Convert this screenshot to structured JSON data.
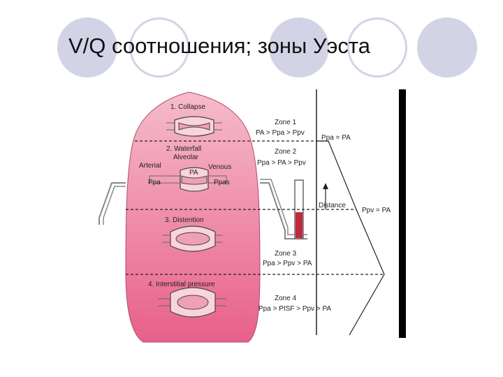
{
  "slide": {
    "title": "V/Q соотношения; зоны Уэста"
  },
  "figure": {
    "zones": [
      {
        "id": 1,
        "heading": "1. Collapse",
        "zone_label": "Zone 1",
        "relation": "PA > Ppa > Ppv"
      },
      {
        "id": 2,
        "heading": "2. Waterfall",
        "subheading": "Alveolar",
        "zone_label": "Zone 2",
        "relation": "Ppa > PA > Ppv"
      },
      {
        "id": 3,
        "heading": "3. Distention",
        "zone_label": "Zone 3",
        "relation": "Ppa > Ppv > PA"
      },
      {
        "id": 4,
        "heading": "4. Interstitial pressure",
        "zone_label": "Zone 4",
        "relation": "Ppa > PISF > Ppv > PA"
      }
    ],
    "vessel_labels": {
      "arterial": "Arterial",
      "arterial_p": "Ppa",
      "alveolar_p": "PA",
      "venous": "Venous",
      "venous_p": "Ppas"
    },
    "axis": {
      "distance_label": "Distance",
      "level_top": "Ppa = PA",
      "level_mid": "Ppv = PA"
    },
    "colors": {
      "lung_top": "#f6bccb",
      "lung_bottom": "#e8608a",
      "vessel": "#f0a0b4",
      "manometer_fluid": "#c2283f",
      "bar": "#000000",
      "decor_circle": "#d3d3e6"
    }
  }
}
